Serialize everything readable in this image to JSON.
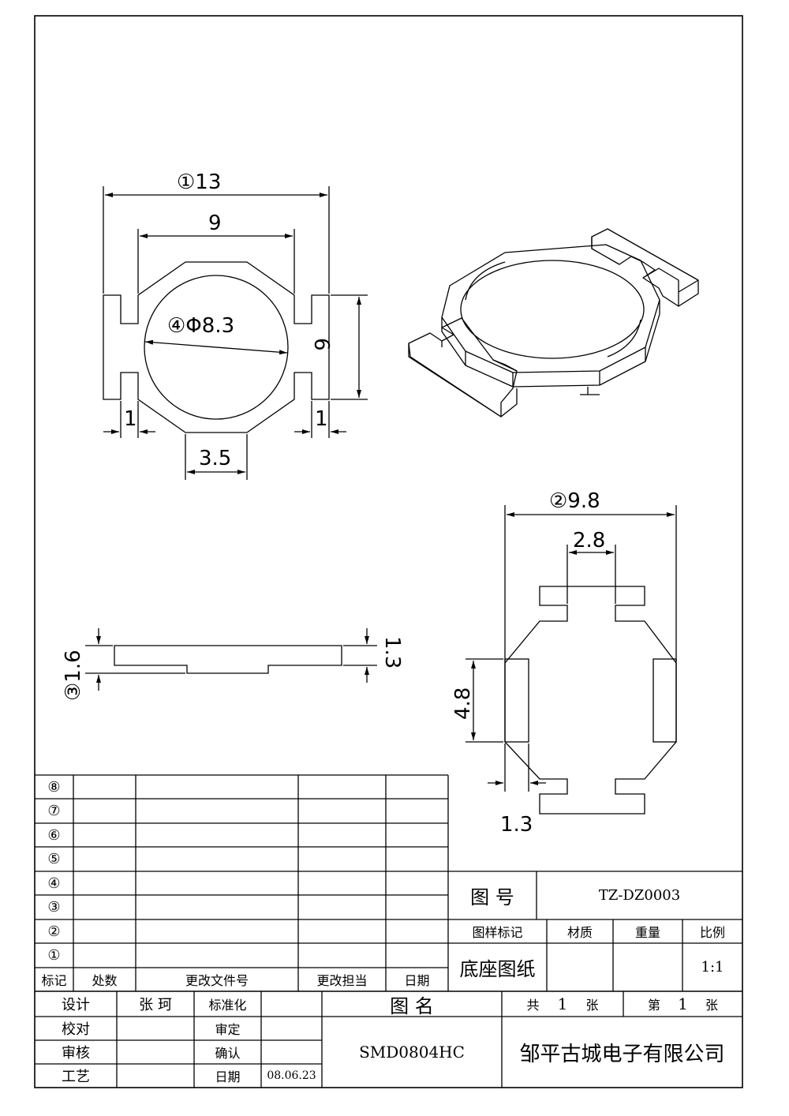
{
  "drawing": {
    "top_view": {
      "overall_width": "①13",
      "inner_width": "9",
      "bore_diameter": "④Φ8.3",
      "height": "6",
      "left_slot": "1",
      "right_slot": "1",
      "bottom_flat": "3.5"
    },
    "side_view": {
      "total_height": "③1.6",
      "body_height": "1.3"
    },
    "bottom_view": {
      "overall_width": "②9.8",
      "slot_width": "2.8",
      "pad_length": "4.8",
      "pad_width": "1.3"
    }
  },
  "revision_table": {
    "row_marks": [
      "⑧",
      "⑦",
      "⑥",
      "⑤",
      "④",
      "③",
      "②",
      "①"
    ],
    "headers": [
      "标记",
      "处数",
      "更改文件号",
      "更改担当",
      "日期"
    ]
  },
  "title_block": {
    "drawing_no_label": "图 号",
    "drawing_no": "TZ-DZ0003",
    "sample_mark_label": "图样标记",
    "material_label": "材质",
    "weight_label": "重量",
    "scale_label": "比例",
    "drawing_type": "底座图纸",
    "scale": "1:1",
    "design_label": "设计",
    "designer": "张 珂",
    "standard_label": "标准化",
    "check_label": "校对",
    "approve_label": "审定",
    "review_label": "审核",
    "confirm_label": "确认",
    "process_label": "工艺",
    "date_label": "日期",
    "date": "08.06.23",
    "name_label": "图 名",
    "drawing_name": "SMD0804HC",
    "total_label": "共",
    "total_count": "1",
    "sheet_unit_1": "张",
    "sheet_label": "第",
    "sheet_no": "1",
    "sheet_unit_2": "张",
    "company": "邹平古城电子有限公司"
  }
}
